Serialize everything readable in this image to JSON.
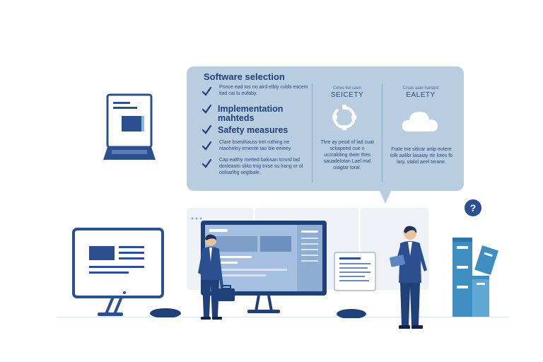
{
  "bubble": {
    "title": "Software selection",
    "items": [
      {
        "type": "small",
        "text": "Ponce ead tos no aird elbly culds escem tiad cai lu eufaby."
      },
      {
        "type": "big",
        "text": "Implementation mahteds"
      },
      {
        "type": "big",
        "text": "Safety measures"
      },
      {
        "type": "small",
        "text": "Clare bsesthauss tret ruthing ne ntaoheley emente tao bie eeieey."
      },
      {
        "type": "small",
        "text": "Cap ealthy metted bakisan tcrurd lad dosleasto sliko tnig tnise su lrang or ol oolsarlhg segtbale."
      }
    ],
    "col1": {
      "subtitle": "Ctrtes ltol caen",
      "heading": "SEICETY",
      "text": "Thre ay peod of lad cuat sckapeed cue n uccrakiting dwer thes sauadelotan Lael mal oiagtar toral."
    },
    "col2": {
      "subtitle": "Crsas aate hantant",
      "heading": "EALETY",
      "text": "Frate tne siticar artip eutere tolk aalibr lasaiay rtir lotes fb lary, ulalol aeel terane."
    }
  },
  "help_badge": "?",
  "colors": {
    "primary": "#2c4f8f",
    "bubble": "#b9cde0",
    "accent_cyan": "#7fc0dc"
  }
}
